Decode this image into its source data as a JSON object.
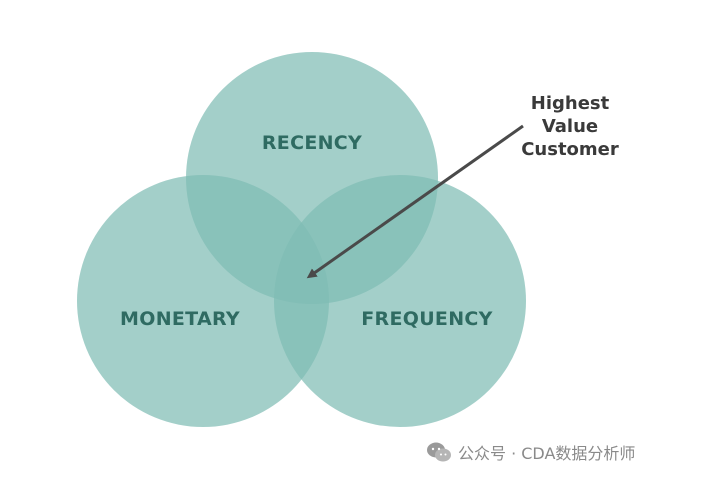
{
  "diagram": {
    "circles": [
      {
        "id": "recency",
        "label": "RECENCY"
      },
      {
        "id": "monetary",
        "label": "MONETARY"
      },
      {
        "id": "frequency",
        "label": "FREQUENCY"
      }
    ],
    "callout": {
      "lines": [
        "Highest",
        "Value",
        "Customer"
      ]
    },
    "colors": {
      "circle_fill": "#7fbdb4",
      "label_text": "#2f6b62",
      "arrow": "#4a4a4a",
      "callout_text": "#3a3a3a"
    }
  },
  "watermark": {
    "icon": "wechat-icon",
    "text": "公众号 · CDA数据分析师"
  }
}
